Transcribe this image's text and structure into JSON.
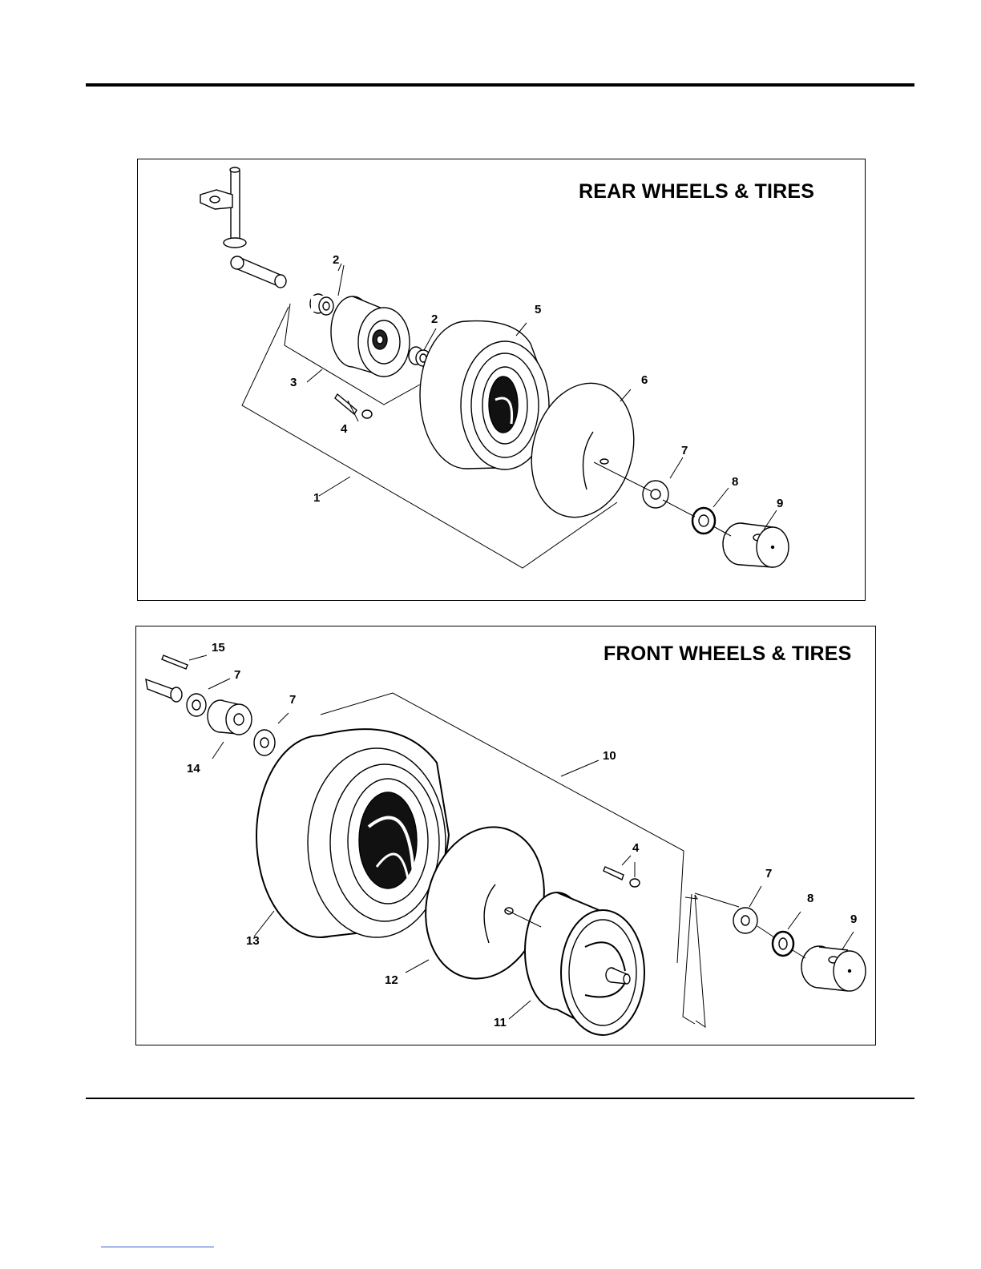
{
  "rear_panel": {
    "title": "REAR WHEELS & TIRES",
    "callouts": [
      "2",
      "2",
      "5",
      "6",
      "3",
      "4",
      "7",
      "8",
      "9",
      "1"
    ]
  },
  "front_panel": {
    "title": "FRONT WHEELS & TIRES",
    "callouts": [
      "15",
      "7",
      "7",
      "14",
      "10",
      "4",
      "7",
      "8",
      "9",
      "13",
      "12",
      "11"
    ]
  }
}
